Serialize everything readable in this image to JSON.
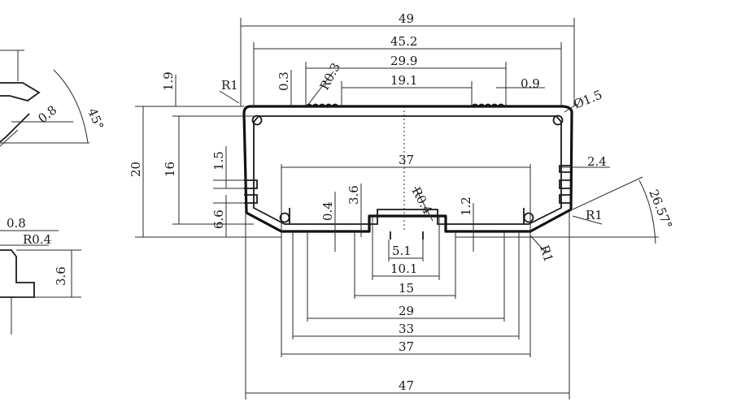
{
  "drawing": {
    "top": {
      "overall_width": "49",
      "inner_width": "45.2",
      "rib_span": "29.9",
      "rib_inner": "19.1",
      "rib_pitch": "0.9",
      "rib_depth": "0.3",
      "rib_radius": "R0.3",
      "corner_radius": "R1",
      "hole_dia": "Ø1.5"
    },
    "left": {
      "height": "20",
      "inner_height": "16",
      "lip": "1.9",
      "slot_a": "1.5",
      "slot_b": "6.6"
    },
    "right": {
      "wall": "2.4",
      "angle": "26.57°",
      "corner_radius": "R1"
    },
    "middle": {
      "inner_span": "37",
      "rail_gap": "0.4",
      "rail_height": "3.6",
      "slot_radius": "R0.4",
      "slot_depth": "1.2"
    },
    "bottom": {
      "slot_inner": "5.1",
      "slot_outer": "10.1",
      "foot_15": "15",
      "foot_29": "29",
      "foot_33": "33",
      "foot_37": "37",
      "overall_bottom": "47",
      "corner_radius": "R1"
    },
    "detail_left": {
      "angle": "45°",
      "thickness": "0.8",
      "thickness_b": "0.8",
      "radius": "R0.4",
      "height": "3.6"
    }
  }
}
